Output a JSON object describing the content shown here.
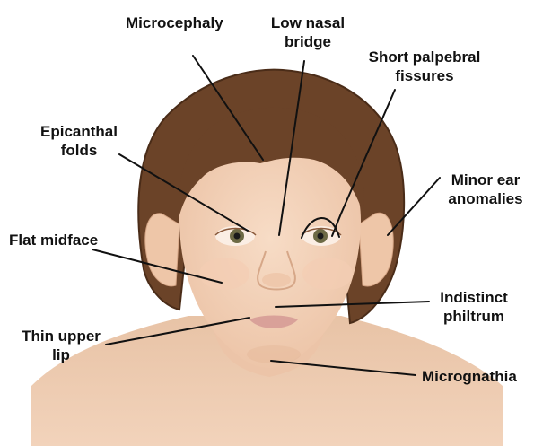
{
  "diagram": {
    "colors": {
      "skin": "#f3d2b8",
      "skin_shadow": "#e5b89a",
      "hair": "#6b4328",
      "hair_dark": "#4a2c18",
      "iris": "#6d6a45",
      "lips": "#d9a199",
      "leader_line": "#111111"
    },
    "labels": {
      "microcephaly": "Microcephaly",
      "low_nasal_bridge": "Low nasal\nbridge",
      "short_palpebral_fissures": "Short palpebral\nfissures",
      "epicanthal_folds": "Epicanthal\nfolds",
      "minor_ear_anomalies": "Minor ear\nanomalies",
      "flat_midface": "Flat midface",
      "indistinct_philtrum": "Indistinct\nphiltrum",
      "thin_upper_lip": "Thin upper\nlip",
      "micrognathia": "Micrognathia"
    }
  }
}
